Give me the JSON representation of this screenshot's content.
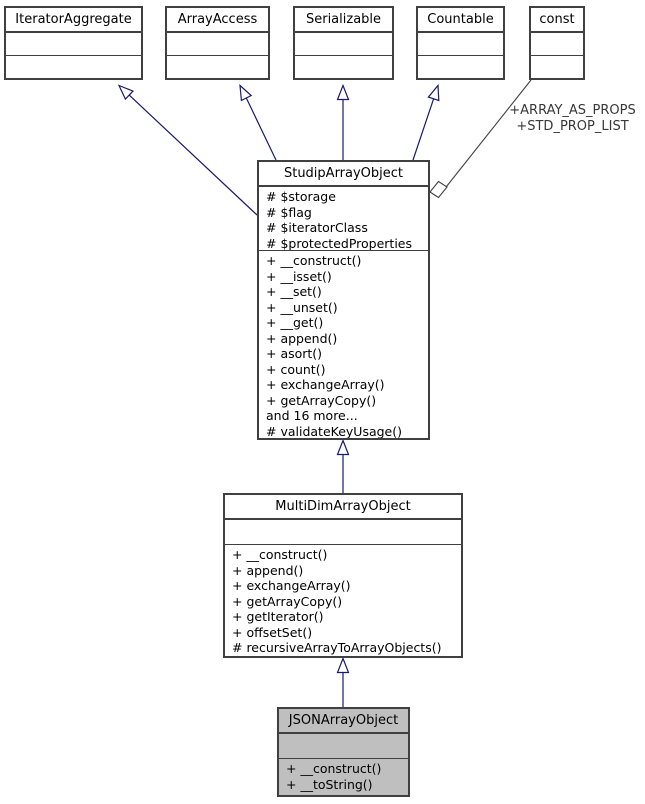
{
  "colors": {
    "inheritance_edge": "#191970",
    "usage_edge": "#404040",
    "node_border": "#404040",
    "highlight_fill": "#bfbfbf"
  },
  "interfaces": [
    {
      "name": "IteratorAggregate"
    },
    {
      "name": "ArrayAccess"
    },
    {
      "name": "Serializable"
    },
    {
      "name": "Countable"
    },
    {
      "name": "const"
    }
  ],
  "usage_edge_label": [
    "+ARRAY_AS_PROPS",
    "+STD_PROP_LIST"
  ],
  "studip": {
    "name": "StudipArrayObject",
    "attributes": [
      "# $storage",
      "# $flag",
      "# $iteratorClass",
      "# $protectedProperties"
    ],
    "methods": [
      "+ __construct()",
      "+ __isset()",
      "+ __set()",
      "+ __unset()",
      "+ __get()",
      "+ append()",
      "+ asort()",
      "+ count()",
      "+ exchangeArray()",
      "+ getArrayCopy()",
      "and 16 more...",
      "# validateKeyUsage()"
    ]
  },
  "multidim": {
    "name": "MultiDimArrayObject",
    "methods": [
      "+ __construct()",
      "+ append()",
      "+ exchangeArray()",
      "+ getArrayCopy()",
      "+ getIterator()",
      "+ offsetSet()",
      "# recursiveArrayToArrayObjects()"
    ]
  },
  "jsonarray": {
    "name": "JSONArrayObject",
    "methods": [
      "+ __construct()",
      "+ __toString()"
    ]
  }
}
